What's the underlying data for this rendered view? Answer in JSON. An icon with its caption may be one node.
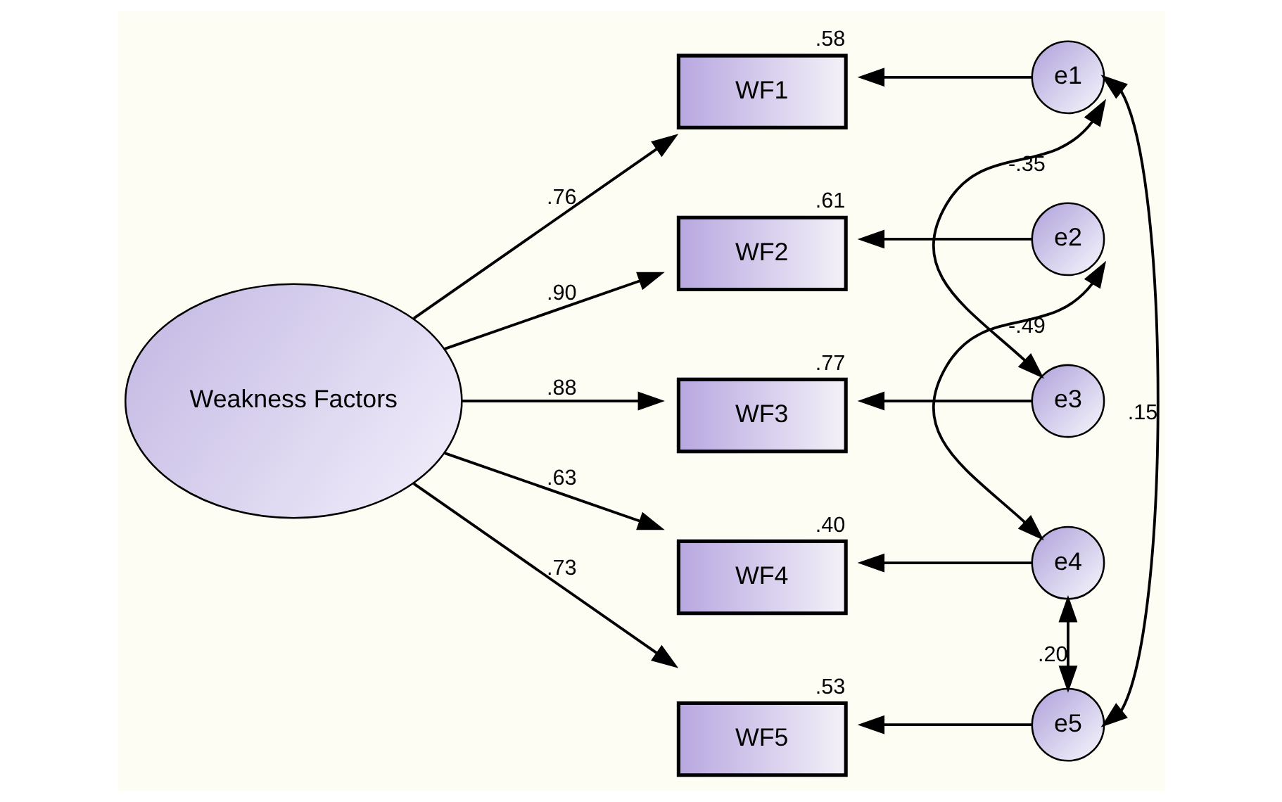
{
  "diagram": {
    "nodes": [
      {
        "text": [
          "Weakness Factors"
        ]
      },
      {
        "text": [
          "WF1"
        ],
        "beside": [
          ".58"
        ]
      },
      {
        "text": [
          "WF2"
        ],
        "beside": [
          ".61"
        ]
      },
      {
        "text": [
          "WF3"
        ],
        "beside": [
          ".77"
        ]
      },
      {
        "text": [
          "WF4"
        ],
        "beside": [
          ".40"
        ]
      },
      {
        "text": [
          "WF5"
        ],
        "beside": [
          ".53"
        ]
      },
      {
        "text": [
          "e1"
        ]
      },
      {
        "text": [
          "e2"
        ]
      },
      {
        "text": [
          "e3"
        ]
      },
      {
        "text": [
          "e4"
        ]
      },
      {
        "text": [
          "e5"
        ]
      }
    ],
    "edges": [
      {
        "from": 0,
        "to": 1,
        "arrow": "to",
        "label": ".76"
      },
      {
        "from": 0,
        "to": 2,
        "arrow": "to",
        "label": ".90"
      },
      {
        "from": 0,
        "to": 3,
        "arrow": "to",
        "label": ".88"
      },
      {
        "from": 0,
        "to": 4,
        "arrow": "to",
        "label": ".63"
      },
      {
        "from": 0,
        "to": 5,
        "arrow": "to",
        "label": ".73"
      },
      {
        "from": 6,
        "to": 1,
        "arrow": "to"
      },
      {
        "from": 7,
        "to": 2,
        "arrow": "to"
      },
      {
        "from": 8,
        "to": 3,
        "arrow": "to"
      },
      {
        "from": 9,
        "to": 4,
        "arrow": "to"
      },
      {
        "from": 10,
        "to": 5,
        "arrow": "to"
      },
      {
        "from": 6,
        "to": 8,
        "arrow": "both",
        "label": "-.35"
      },
      {
        "from": 7,
        "to": 9,
        "arrow": "both",
        "label": "-.49"
      },
      {
        "from": 6,
        "to": 10,
        "arrow": "both",
        "label": ".15"
      },
      {
        "from": 9,
        "to": 10,
        "arrow": "both",
        "label": ".20"
      }
    ]
  }
}
